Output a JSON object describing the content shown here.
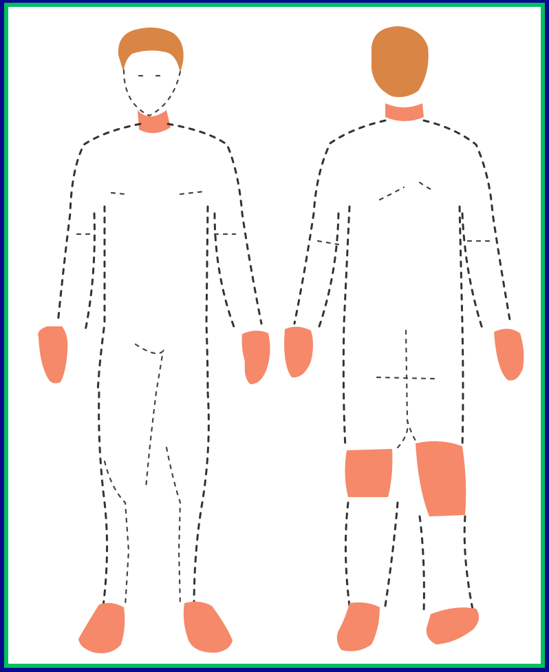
{
  "figure": {
    "views": [
      "front",
      "back"
    ],
    "colors": {
      "background": "#0a0a8c",
      "border": "#00c060",
      "panel": "#ffffff",
      "hair": "#d98545",
      "affected_skin": "#f5896a",
      "outline": "#333333"
    },
    "highlighted_regions": {
      "front": [
        "neck",
        "left-hand",
        "right-hand",
        "left-foot",
        "right-foot"
      ],
      "back": [
        "neck",
        "left-hand",
        "right-hand",
        "left-knee",
        "right-knee",
        "left-foot",
        "right-foot"
      ]
    }
  }
}
